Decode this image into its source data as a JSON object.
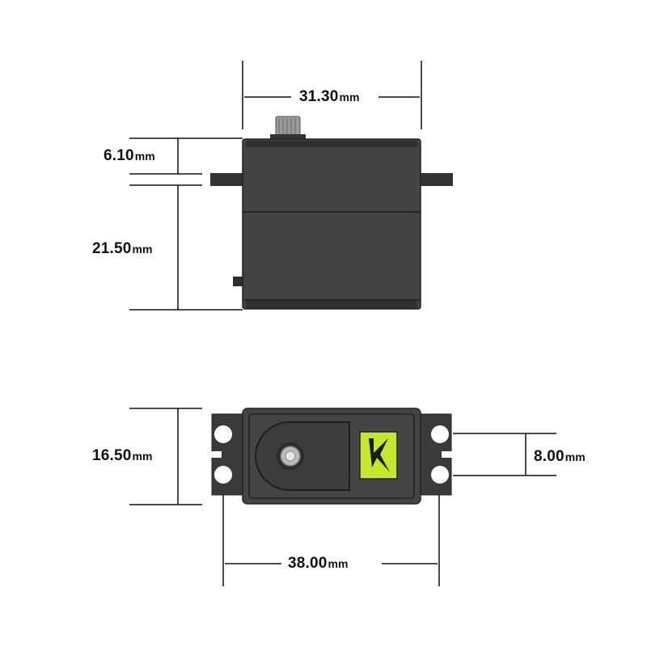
{
  "dimensions": {
    "width_top": {
      "value": "31.30",
      "unit": "mm"
    },
    "upper_height": {
      "value": "6.10",
      "unit": "mm"
    },
    "lower_height": {
      "value": "21.50",
      "unit": "mm"
    },
    "body_depth": {
      "value": "16.50",
      "unit": "mm"
    },
    "hole_spacing": {
      "value": "8.00",
      "unit": "mm"
    },
    "mount_length": {
      "value": "38.00",
      "unit": "mm"
    }
  },
  "colors": {
    "case": "#3e3e3e",
    "case_dark": "#2a2a2a",
    "line": "#111111",
    "logo_bg": "#c6e82a"
  }
}
